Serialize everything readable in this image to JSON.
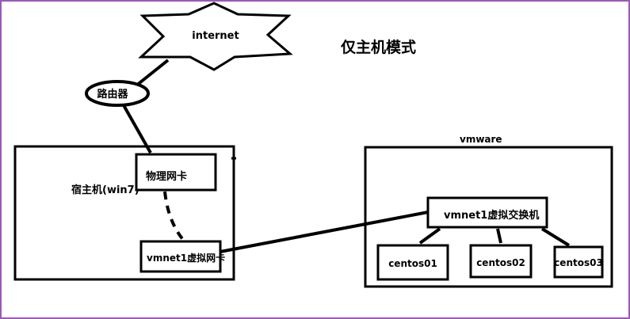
{
  "title": "仅主机模式",
  "nodes": {
    "internet": "internet",
    "router": "路由器",
    "host": "宿主机(win7)",
    "physical_nic": "物理网卡",
    "virtual_nic": "vmnet1虚拟网卡",
    "vmware": "vmware",
    "virtual_switch": "vmnet1虚拟交换机",
    "centos01": "centos01",
    "centos02": "centos02",
    "centos03": "centos03"
  },
  "colors": {
    "frame_border": "#9b59b6",
    "stroke": "#000000",
    "background": "#ffffff"
  }
}
